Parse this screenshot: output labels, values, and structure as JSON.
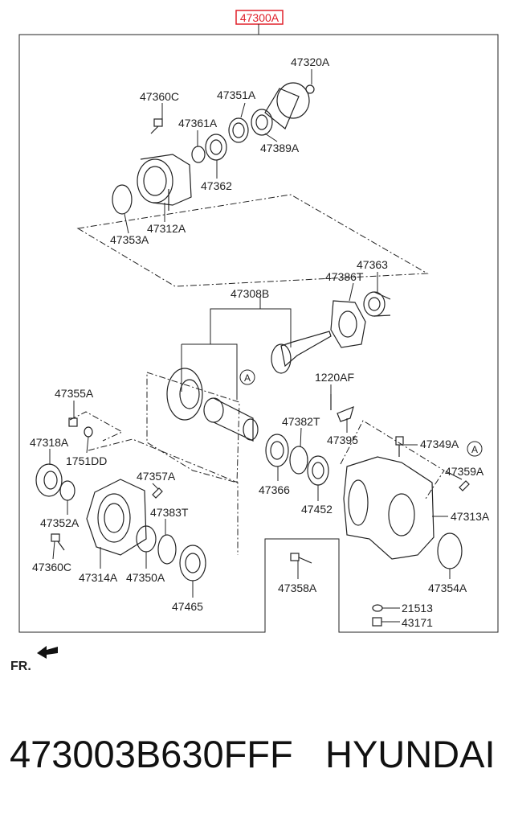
{
  "assembly": {
    "number": "47300A",
    "highlight_color": "#e0202a"
  },
  "parts": {
    "p47320A": "47320A",
    "p47360C_top": "47360C",
    "p47351A": "47351A",
    "p47361A": "47361A",
    "p47389A": "47389A",
    "p47362": "47362",
    "p47312A": "47312A",
    "p47353A": "47353A",
    "p47363": "47363",
    "p47386T": "47386T",
    "p47308B": "47308B",
    "p1220AF": "1220AF",
    "p47355A": "47355A",
    "p47382T": "47382T",
    "p47395": "47395",
    "p47318A": "47318A",
    "p1751DD": "1751DD",
    "p47349A": "47349A",
    "p47359A": "47359A",
    "p47357A": "47357A",
    "p47366": "47366",
    "p47313A": "47313A",
    "p47383T": "47383T",
    "p47352A": "47352A",
    "p47452": "47452",
    "p47360C_bottom": "47360C",
    "p47314A": "47314A",
    "p47350A": "47350A",
    "p47358A": "47358A",
    "p47354A": "47354A",
    "p21513": "21513",
    "p47465": "47465",
    "p43171": "43171"
  },
  "refs": {
    "ref_a_left": "A",
    "ref_a_right": "A"
  },
  "front_indicator": "FR.",
  "footer": {
    "part_number": "473003B630FFF",
    "brand": "HYUNDAI"
  },
  "icons": {
    "front_arrow": "arrow-icon"
  }
}
